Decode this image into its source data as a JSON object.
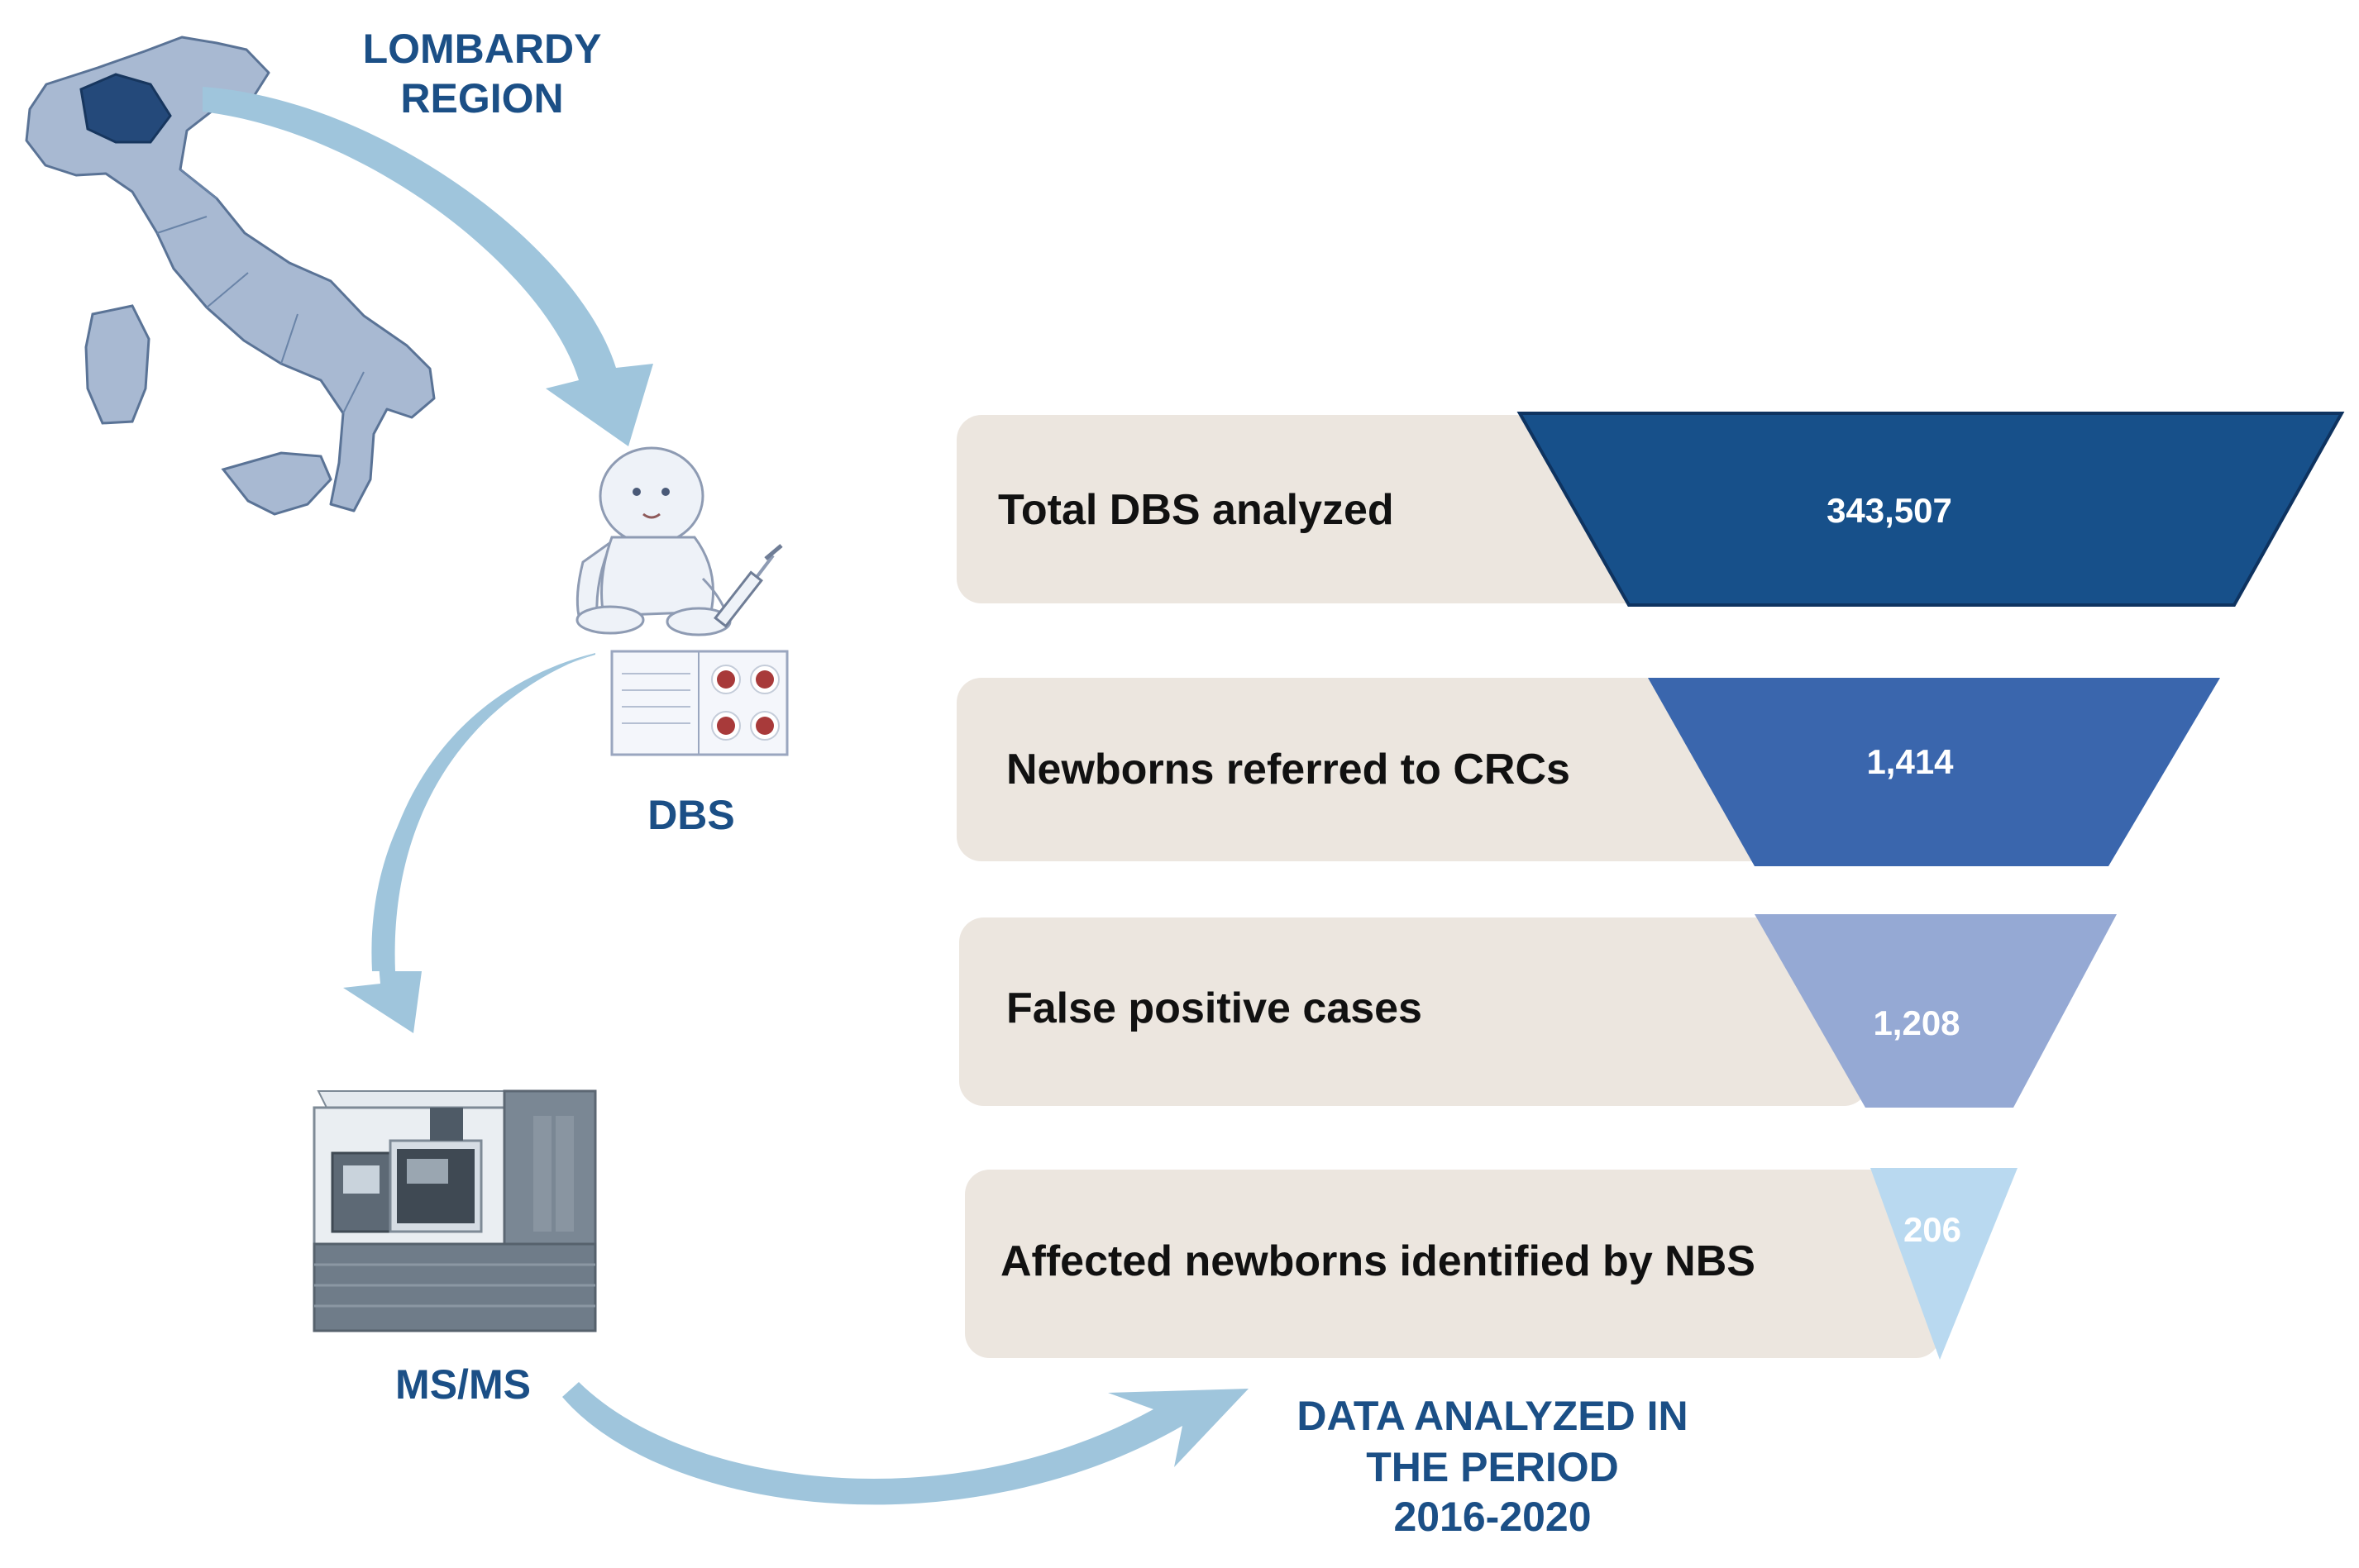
{
  "region": {
    "line1": "LOMBARDY",
    "line2": "REGION"
  },
  "steps": {
    "dbs": "DBS",
    "msms": "MS/MS"
  },
  "period": {
    "line1": "DATA ANALYZED IN",
    "line2": "THE PERIOD",
    "line3": "2016-2020"
  },
  "funnel": [
    {
      "label": "Total DBS analyzed",
      "value": "343,507",
      "color": "#17508a"
    },
    {
      "label": "Newborns referred to CRCs",
      "value": "1,414",
      "color": "#3a66ad"
    },
    {
      "label": "False positive cases",
      "value": "1,208",
      "color": "#95a9d4"
    },
    {
      "label": "Affected newborns identified by NBS",
      "value": "206",
      "color": "#b9d9f0"
    }
  ],
  "colors": {
    "row_background": "#ece6df",
    "arrow": "#9fc5dc",
    "label_blue": "#1b4f86",
    "map_fill": "#a8b9d2",
    "lombardy_fill": "#24497a"
  },
  "icons": [
    "italy-map-icon",
    "baby-icon",
    "syringe-icon",
    "dbs-card-icon",
    "mass-spectrometer-icon"
  ]
}
